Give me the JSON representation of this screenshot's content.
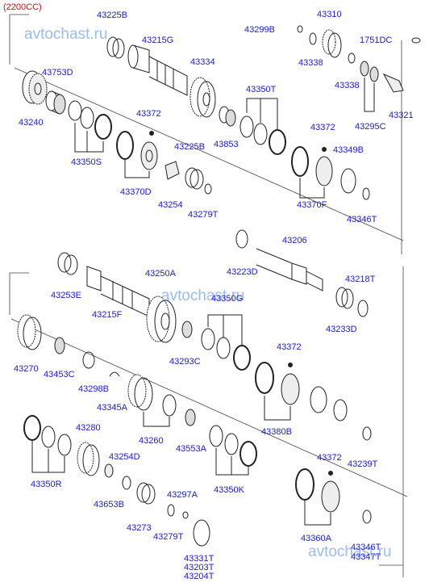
{
  "diagram": {
    "variant": "(2200CC)",
    "watermarks": [
      "avtochast.ru",
      "avtochast.ru",
      "avtochast.ru"
    ],
    "labels": [
      "43225B",
      "43215G",
      "43310",
      "43299B",
      "1751DC",
      "43338",
      "43334",
      "43338",
      "43753D",
      "43321",
      "43240",
      "43372",
      "43350T",
      "43295C",
      "43350S",
      "43225B",
      "43372",
      "43853",
      "43349B",
      "43370D",
      "43254",
      "43279T",
      "43370F",
      "43346T",
      "43206",
      "43223D",
      "43253E",
      "43250A",
      "43218T",
      "43215F",
      "43350G",
      "43233D",
      "43372",
      "43270",
      "43293C",
      "43453C",
      "43298B",
      "43345A",
      "43380B",
      "43260",
      "43280",
      "43553A",
      "43254D",
      "43239T",
      "43350R",
      "43372",
      "43350K",
      "43297A",
      "43653B",
      "43273",
      "43279T",
      "43360A",
      "43331T",
      "43203T",
      "43204T",
      "43346T",
      "43347T"
    ]
  }
}
